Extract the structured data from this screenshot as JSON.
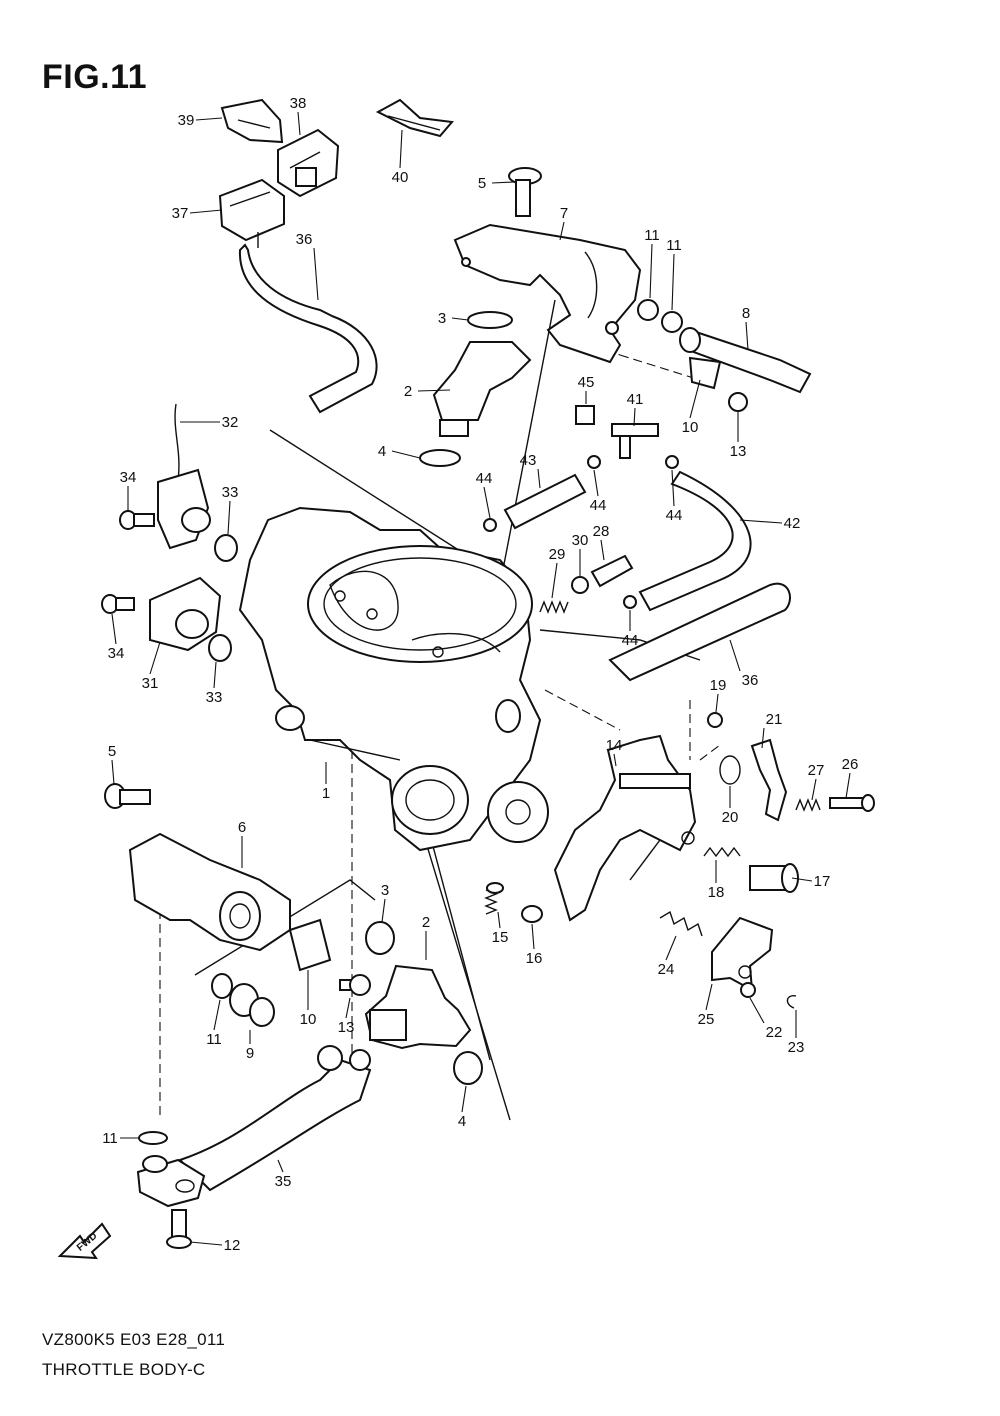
{
  "figure": {
    "title": "FIG.11",
    "code": "VZ800K5 E03 E28_011",
    "name": "THROTTLE BODY-C",
    "fwd_label": "FWD"
  },
  "callouts": [
    {
      "id": "c39",
      "label": "39"
    },
    {
      "id": "c38",
      "label": "38"
    },
    {
      "id": "c40",
      "label": "40"
    },
    {
      "id": "c37",
      "label": "37"
    },
    {
      "id": "c36a",
      "label": "36"
    },
    {
      "id": "c5a",
      "label": "5"
    },
    {
      "id": "c7",
      "label": "7"
    },
    {
      "id": "c3a",
      "label": "3"
    },
    {
      "id": "c11a",
      "label": "11"
    },
    {
      "id": "c11b",
      "label": "11"
    },
    {
      "id": "c8",
      "label": "8"
    },
    {
      "id": "c2a",
      "label": "2"
    },
    {
      "id": "c4a",
      "label": "4"
    },
    {
      "id": "c45",
      "label": "45"
    },
    {
      "id": "c41",
      "label": "41"
    },
    {
      "id": "c10a",
      "label": "10"
    },
    {
      "id": "c13a",
      "label": "13"
    },
    {
      "id": "c32",
      "label": "32"
    },
    {
      "id": "c43",
      "label": "43"
    },
    {
      "id": "c44a",
      "label": "44"
    },
    {
      "id": "c44b",
      "label": "44"
    },
    {
      "id": "c44c",
      "label": "44"
    },
    {
      "id": "c34a",
      "label": "34"
    },
    {
      "id": "c33a",
      "label": "33"
    },
    {
      "id": "c42",
      "label": "42"
    },
    {
      "id": "c30",
      "label": "30"
    },
    {
      "id": "c28",
      "label": "28"
    },
    {
      "id": "c29",
      "label": "29"
    },
    {
      "id": "c34b",
      "label": "34"
    },
    {
      "id": "c31",
      "label": "31"
    },
    {
      "id": "c33b",
      "label": "33"
    },
    {
      "id": "c44d",
      "label": "44"
    },
    {
      "id": "c36b",
      "label": "36"
    },
    {
      "id": "c19",
      "label": "19"
    },
    {
      "id": "c21",
      "label": "21"
    },
    {
      "id": "c5b",
      "label": "5"
    },
    {
      "id": "c14",
      "label": "14"
    },
    {
      "id": "c27",
      "label": "27"
    },
    {
      "id": "c26",
      "label": "26"
    },
    {
      "id": "c1",
      "label": "1"
    },
    {
      "id": "c20",
      "label": "20"
    },
    {
      "id": "c6",
      "label": "6"
    },
    {
      "id": "c18",
      "label": "18"
    },
    {
      "id": "c17",
      "label": "17"
    },
    {
      "id": "c3b",
      "label": "3"
    },
    {
      "id": "c2b",
      "label": "2"
    },
    {
      "id": "c15",
      "label": "15"
    },
    {
      "id": "c16",
      "label": "16"
    },
    {
      "id": "c24",
      "label": "24"
    },
    {
      "id": "c11c",
      "label": "11"
    },
    {
      "id": "c10b",
      "label": "10"
    },
    {
      "id": "c13b",
      "label": "13"
    },
    {
      "id": "c9",
      "label": "9"
    },
    {
      "id": "c25",
      "label": "25"
    },
    {
      "id": "c22",
      "label": "22"
    },
    {
      "id": "c23",
      "label": "23"
    },
    {
      "id": "c4b",
      "label": "4"
    },
    {
      "id": "c11d",
      "label": "11"
    },
    {
      "id": "c35",
      "label": "35"
    },
    {
      "id": "c12",
      "label": "12"
    }
  ]
}
